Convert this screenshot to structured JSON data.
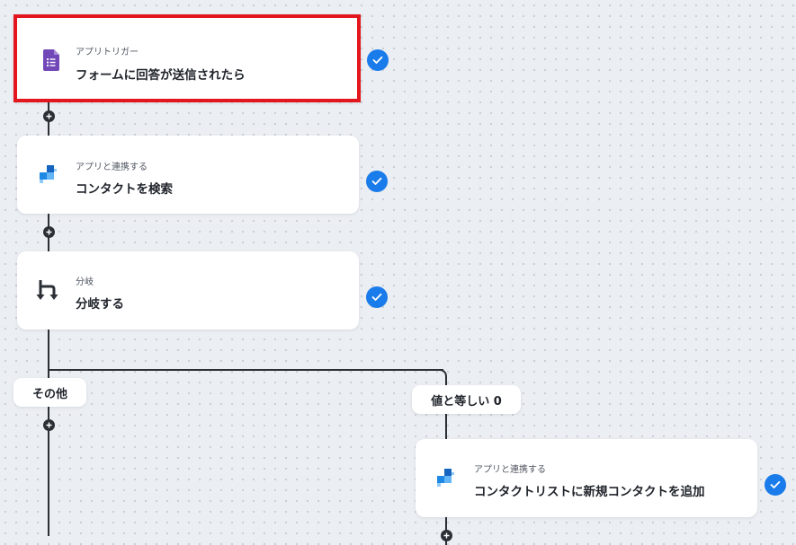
{
  "flow": {
    "nodes": [
      {
        "category": "アプリトリガー",
        "title": "フォームに回答が送信されたら",
        "icon": "google-forms-icon",
        "status": "completed"
      },
      {
        "category": "アプリと連携する",
        "title": "コンタクトを検索",
        "icon": "app-blocks-icon",
        "status": "completed"
      },
      {
        "category": "分岐",
        "title": "分岐する",
        "icon": "branch-icon",
        "status": "completed"
      },
      {
        "category": "アプリと連携する",
        "title": "コンタクトリストに新規コンタクトを追加",
        "icon": "app-blocks-icon",
        "status": "completed"
      }
    ],
    "branches": {
      "else_label": "その他",
      "equal_label": "値と等しい 0"
    }
  },
  "colors": {
    "background": "#ebeef2",
    "line": "#2b2f36",
    "check": "#1a7bea",
    "selected_border": "#e3161d",
    "forms_purple": "#7248b9",
    "app_blue_dark": "#1565c0",
    "app_blue": "#1e88e5",
    "app_blue_light": "#90caf9"
  }
}
